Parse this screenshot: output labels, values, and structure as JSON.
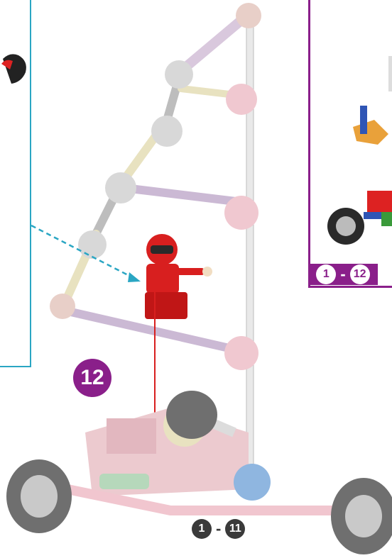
{
  "step": {
    "number": "12"
  },
  "build_range_bottom": {
    "from": "1",
    "separator": "-",
    "to": "11"
  },
  "build_range_inset": {
    "from": "1",
    "separator": "-",
    "to": "12"
  },
  "colors": {
    "step_badge": "#8a1f8a",
    "inset_left_border": "#2aa6c3",
    "inset_right_border": "#8a1f8a",
    "arrow": "#d81f1f",
    "dashed_arrow": "#2aa6c3"
  }
}
